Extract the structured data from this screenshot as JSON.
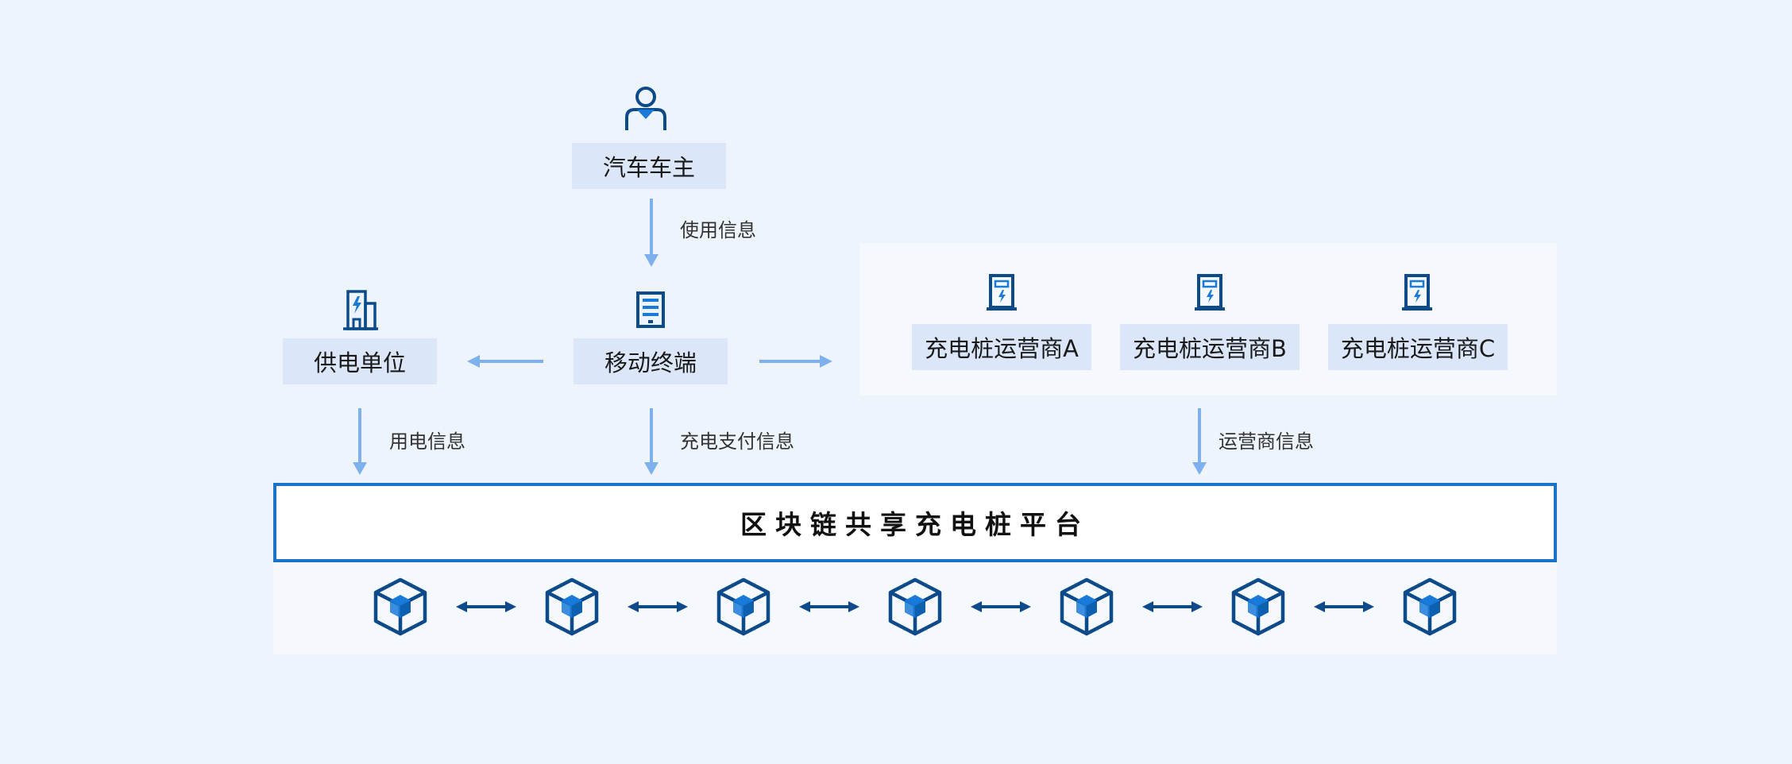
{
  "nodes": {
    "car_owner": "汽车车主",
    "mobile_terminal": "移动终端",
    "power_supplier": "供电单位",
    "operators": [
      "充电桩运营商A",
      "充电桩运营商B",
      "充电桩运营商C"
    ]
  },
  "edges": {
    "usage_info": "使用信息",
    "power_usage_info": "用电信息",
    "charge_payment_info": "充电支付信息",
    "operator_info": "运营商信息"
  },
  "platform": {
    "title": "区块链共享充电桩平台"
  },
  "blockchain": {
    "block_count": 7,
    "link_count": 6
  },
  "colors": {
    "background": "#eef4fc",
    "node_fill": "#dbe7f8",
    "arrow": "#7fb0ee",
    "platform_border": "#1a73c8",
    "icon_dark": "#0d4a8a",
    "icon_accent": "#1a7ad8"
  },
  "icons": {
    "car_owner": "person-icon",
    "mobile_terminal": "mobile-terminal-icon",
    "power_supplier": "power-building-icon",
    "operator": "charging-pile-icon",
    "block": "cube-block-icon",
    "link": "double-arrow-icon"
  }
}
